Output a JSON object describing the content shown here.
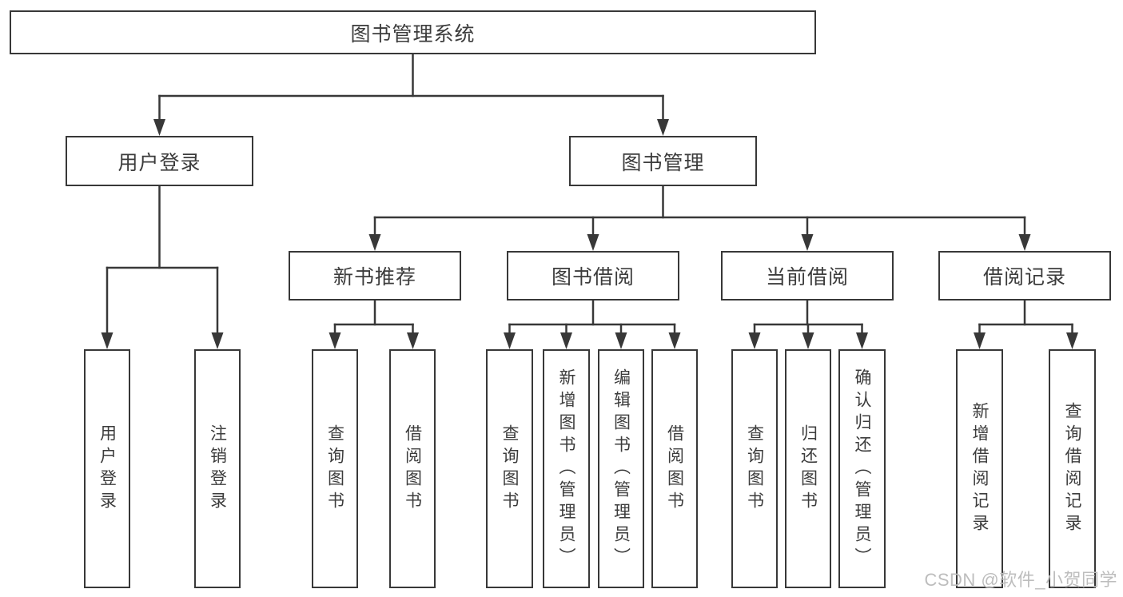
{
  "tree": {
    "root": {
      "label": "图书管理系统"
    },
    "branches": [
      {
        "label": "用户登录",
        "children": [
          {
            "label": "用户登录"
          },
          {
            "label": "注销登录"
          }
        ]
      },
      {
        "label": "图书管理",
        "sections": [
          {
            "label": "新书推荐",
            "children": [
              {
                "label": "查询图书"
              },
              {
                "label": "借阅图书"
              }
            ]
          },
          {
            "label": "图书借阅",
            "children": [
              {
                "label": "查询图书"
              },
              {
                "label": "新增图书（管理员）"
              },
              {
                "label": "编辑图书（管理员）"
              },
              {
                "label": "借阅图书"
              }
            ]
          },
          {
            "label": "当前借阅",
            "children": [
              {
                "label": "查询图书"
              },
              {
                "label": "归还图书"
              },
              {
                "label": "确认归还（管理员）"
              }
            ]
          },
          {
            "label": "借阅记录",
            "children": [
              {
                "label": "新增借阅记录"
              },
              {
                "label": "查询借阅记录"
              }
            ]
          }
        ]
      }
    ]
  },
  "watermark": {
    "text": "CSDN @软件_小贺同学"
  },
  "colors": {
    "line": "#383838",
    "text": "#3c3c3c",
    "watermark": "#bdbdbd",
    "background": "#ffffff"
  }
}
